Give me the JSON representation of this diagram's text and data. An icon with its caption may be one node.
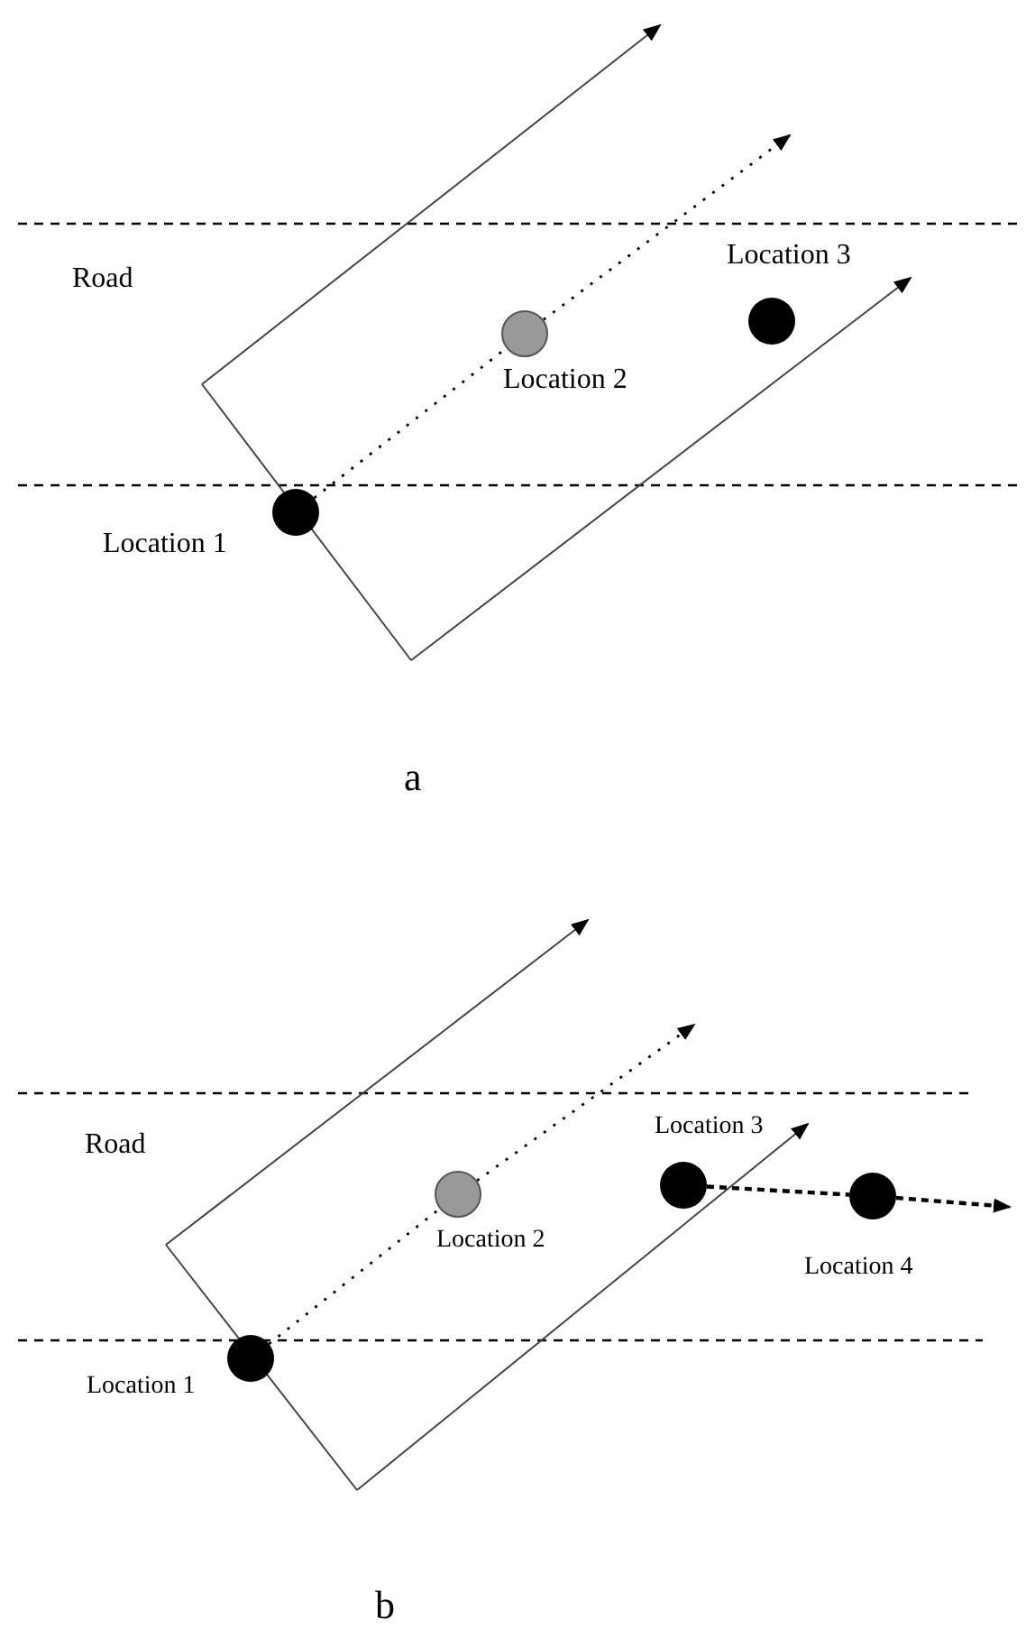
{
  "diagram": {
    "nodes": [
      {
        "text": [],
        "shape": "circle",
        "beside": [
          "Location 1"
        ]
      },
      {
        "text": [],
        "shape": "circle",
        "beside": [
          "Location 2"
        ]
      },
      {
        "text": [],
        "shape": "circle",
        "beside": [
          "Location 3"
        ]
      },
      {
        "text": [],
        "shape": "circle",
        "beside": [
          "Location 1"
        ]
      },
      {
        "text": [],
        "shape": "circle",
        "beside": [
          "Location 2"
        ]
      },
      {
        "text": [],
        "shape": "circle",
        "beside": [
          "Location 3"
        ]
      },
      {
        "text": [],
        "shape": "circle",
        "beside": [
          "Location 4"
        ]
      }
    ],
    "edges": [
      {
        "from": 0,
        "to": 1,
        "arrow": "none",
        "style": "dashed"
      },
      {
        "from": 1,
        "to": null,
        "arrow": "to",
        "style": "dashed"
      },
      {
        "from": 3,
        "to": 4,
        "arrow": "none",
        "style": "dashed"
      },
      {
        "from": 4,
        "to": null,
        "arrow": "to",
        "style": "dashed"
      },
      {
        "from": 5,
        "to": 6,
        "arrow": "none",
        "style": "dashed"
      },
      {
        "from": 6,
        "to": null,
        "arrow": "to",
        "style": "dashed"
      }
    ],
    "labels": [
      "Road",
      "a",
      "Road",
      "b"
    ]
  }
}
